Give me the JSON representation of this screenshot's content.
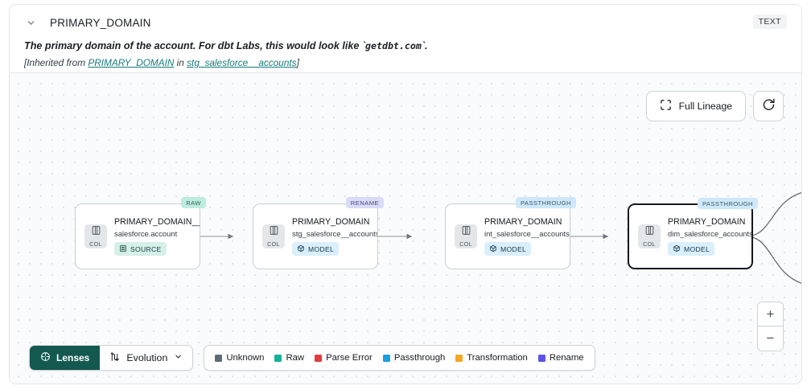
{
  "header": {
    "title": "PRIMARY_DOMAIN",
    "type_badge": "TEXT",
    "chevron_icon": "chevron-down-icon",
    "description_prefix": "The primary domain of the account. For dbt Labs, this would look like `",
    "description_code": "getdbt.com",
    "description_suffix": "`.",
    "inherited_prefix": "[Inherited from ",
    "inherited_link1": "PRIMARY_DOMAIN",
    "inherited_mid": " in ",
    "inherited_link2": "stg_salesforce__accounts",
    "inherited_suffix": "]"
  },
  "toolbar": {
    "full_lineage_label": "Full Lineage",
    "full_lineage_icon": "expand-icon",
    "refresh_icon": "refresh-icon",
    "zoom_in_label": "+",
    "zoom_out_label": "−"
  },
  "lineage": {
    "nodes": [
      {
        "name": "PRIMARY_DOMAIN__C",
        "source": "salesforce.account",
        "kind": "SOURCE",
        "kind_icon": "database-icon",
        "tag": "RAW",
        "tag_class": "tag-raw",
        "kind_class": "kind-source",
        "chip_label": "COL",
        "chip_icon": "column-icon",
        "selected": false
      },
      {
        "name": "PRIMARY_DOMAIN",
        "source": "stg_salesforce__accounts",
        "kind": "MODEL",
        "kind_icon": "cube-icon",
        "tag": "RENAME",
        "tag_class": "tag-rename",
        "kind_class": "kind-model",
        "chip_label": "COL",
        "chip_icon": "column-icon",
        "selected": false
      },
      {
        "name": "PRIMARY_DOMAIN",
        "source": "int_salesforce__accounts_joined",
        "kind": "MODEL",
        "kind_icon": "cube-icon",
        "tag": "PASSTHROUGH",
        "tag_class": "tag-passthrough",
        "kind_class": "kind-model",
        "chip_label": "COL",
        "chip_icon": "column-icon",
        "selected": false
      },
      {
        "name": "PRIMARY_DOMAIN",
        "source": "dim_salesforce_accounts",
        "kind": "MODEL",
        "kind_icon": "cube-icon",
        "tag": "PASSTHROUGH",
        "tag_class": "tag-passthrough",
        "kind_class": "kind-model",
        "chip_label": "COL",
        "chip_icon": "column-icon",
        "selected": true
      }
    ]
  },
  "bottom": {
    "lenses_label": "Lenses",
    "lenses_icon": "aperture-icon",
    "evolution_label": "Evolution",
    "evolution_icon": "evolution-icon",
    "evolution_chevron": "chevron-down-icon",
    "legend": [
      {
        "label": "Unknown",
        "color": "#5f6b76"
      },
      {
        "label": "Raw",
        "color": "#12b39a"
      },
      {
        "label": "Parse Error",
        "color": "#e33b3b"
      },
      {
        "label": "Passthrough",
        "color": "#1b9fe0"
      },
      {
        "label": "Transformation",
        "color": "#f5a623"
      },
      {
        "label": "Rename",
        "color": "#5c52e8"
      }
    ]
  }
}
